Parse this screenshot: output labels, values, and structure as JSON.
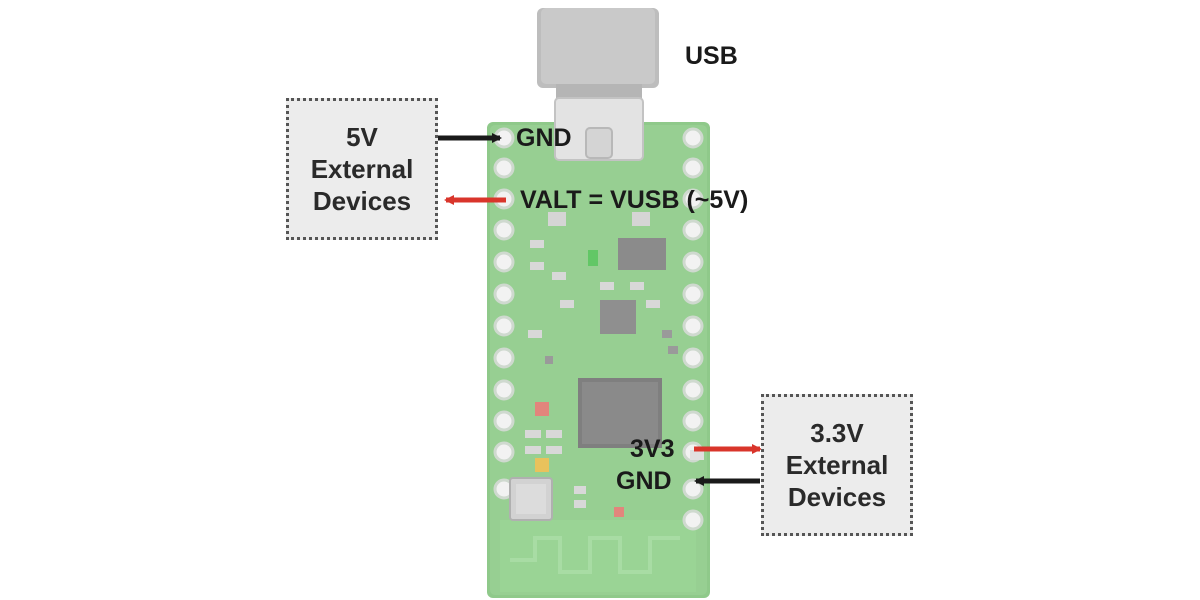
{
  "labels": {
    "usb": "USB",
    "gnd_top": "GND",
    "valt": "VALT = VUSB (~5V)",
    "v3v3": "3V3",
    "gnd_bottom": "GND"
  },
  "boxes": {
    "left": "5V\nExternal\nDevices",
    "right": "3.3V\nExternal\nDevices"
  },
  "colors": {
    "board_green": "#8fc98a",
    "power_arrow": "#d9352b",
    "ground_arrow": "#1a1a1a",
    "box_fill": "#ececec",
    "box_border": "#555555"
  }
}
